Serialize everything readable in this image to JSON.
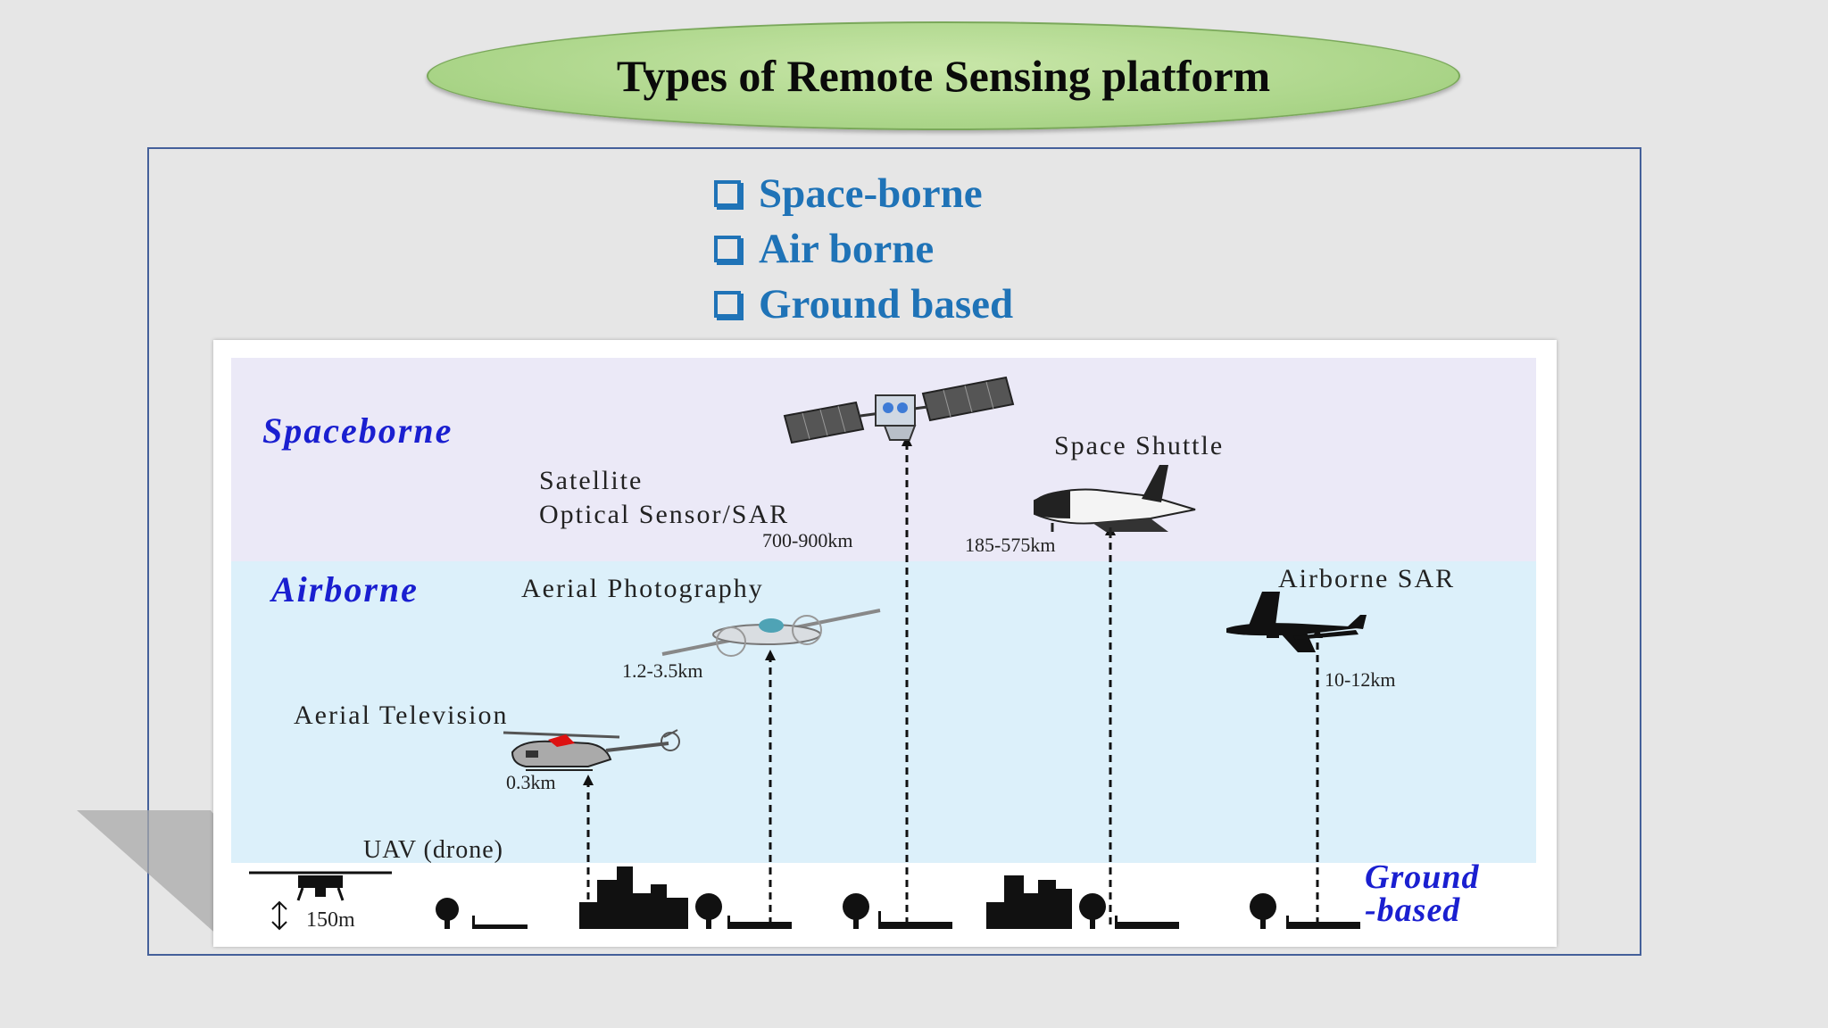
{
  "slide": {
    "title": "Types of Remote Sensing platform",
    "bullets": [
      "Space-borne",
      "Air borne",
      "Ground based"
    ],
    "bullet_color": "#1f73b7"
  },
  "figure": {
    "zones": {
      "spaceborne": "Spaceborne",
      "airborne": "Airborne",
      "ground_line1": "Ground",
      "ground_line2": "-based"
    },
    "zone_colors": {
      "space": "#ebe9f7",
      "air": "#dcf0fa",
      "label": "#1a1fd0"
    },
    "platforms": {
      "satellite_line1": "Satellite",
      "satellite_line2": "Optical  Sensor/SAR",
      "satellite_alt": "700-900km",
      "shuttle": "Space  Shuttle",
      "shuttle_alt": "185-575km",
      "aerial_photo": "Aerial  Photography",
      "aerial_photo_alt": "1.2-3.5km",
      "airborne_sar": "Airborne  SAR",
      "airborne_sar_alt": "10-12km",
      "aerial_tv": "Aerial  Television",
      "aerial_tv_alt": "0.3km",
      "uav": "UAV  (drone)",
      "uav_alt": "150m"
    },
    "icons": [
      "satellite-icon",
      "space-shuttle-icon",
      "airplane-icon",
      "jet-icon",
      "helicopter-icon",
      "drone-icon",
      "city-skyline-icon",
      "tree-icon"
    ]
  }
}
